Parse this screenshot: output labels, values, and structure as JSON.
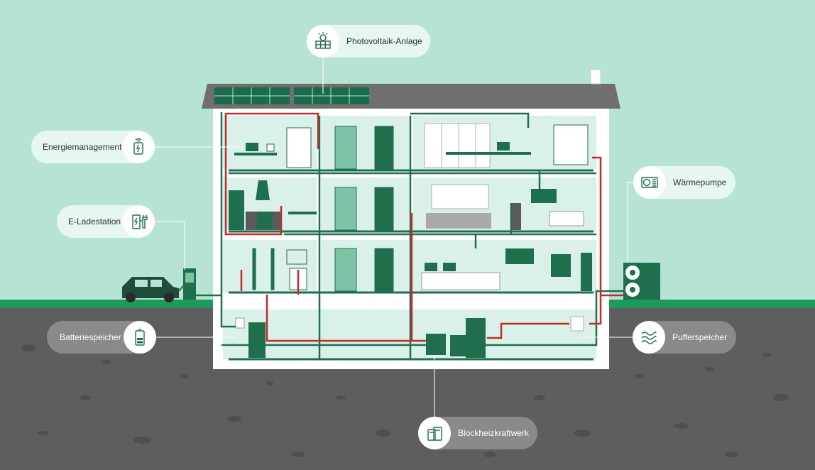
{
  "diagram": {
    "callouts": {
      "photovoltaik": {
        "label": "Photovoltaik-Anlage",
        "icon": "solar-panel-icon"
      },
      "energiemanagement": {
        "label": "Energiemanagement",
        "icon": "energy-management-icon"
      },
      "e_ladestation": {
        "label": "E-Ladestation",
        "icon": "ev-charger-icon"
      },
      "batteriespeicher": {
        "label": "Batteriespeicher",
        "icon": "battery-icon"
      },
      "waermepumpe": {
        "label": "Wärmepumpe",
        "icon": "heat-pump-icon"
      },
      "pufferspeicher": {
        "label": "Pufferspeicher",
        "icon": "buffer-tank-icon"
      },
      "blockheizkraftwerk": {
        "label": "Blockheizkraftwerk",
        "icon": "chp-plant-icon"
      }
    },
    "colors": {
      "sky": "#b6e3d4",
      "ground": "#5e5e5e",
      "grass": "#1e9a5c",
      "house_wall": "#ffffff",
      "room": "#d9f1e8",
      "accent_green": "#1f6e4e",
      "dark_green": "#0f5a3c",
      "pipe_red": "#c42a2a",
      "roof": "#6f6f6f",
      "solar_panel": "#1a6b4a"
    }
  }
}
